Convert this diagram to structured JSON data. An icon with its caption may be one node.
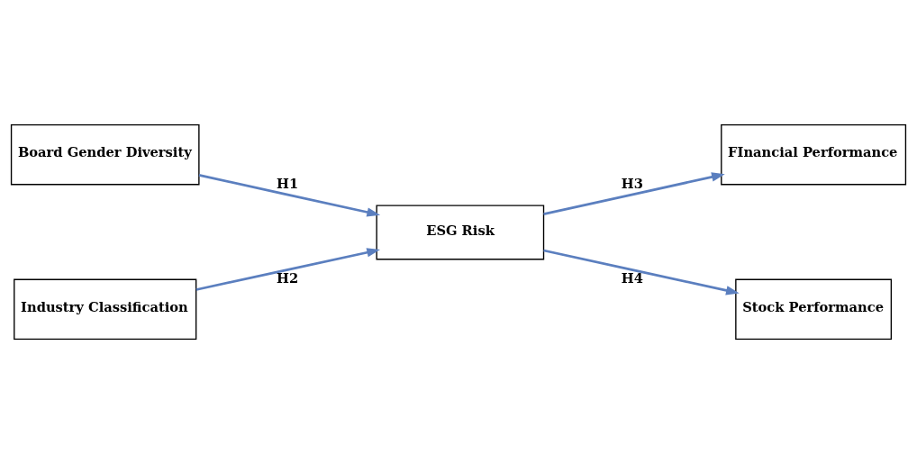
{
  "diagram": {
    "nodes": [
      {
        "text": [
          "Board Gender Diversity"
        ]
      },
      {
        "text": [
          "FInancial Performance"
        ]
      },
      {
        "text": [
          "ESG Risk"
        ]
      },
      {
        "text": [
          "Industry Classification"
        ]
      },
      {
        "text": [
          "Stock Performance"
        ]
      }
    ],
    "edges": [
      {
        "from": 0,
        "to": 2,
        "arrow": "to",
        "label": "H1"
      },
      {
        "from": 3,
        "to": 2,
        "arrow": "to",
        "label": "H2"
      },
      {
        "from": 2,
        "to": 1,
        "arrow": "to",
        "label": "H3"
      },
      {
        "from": 2,
        "to": 4,
        "arrow": "to",
        "label": "H4"
      }
    ]
  }
}
